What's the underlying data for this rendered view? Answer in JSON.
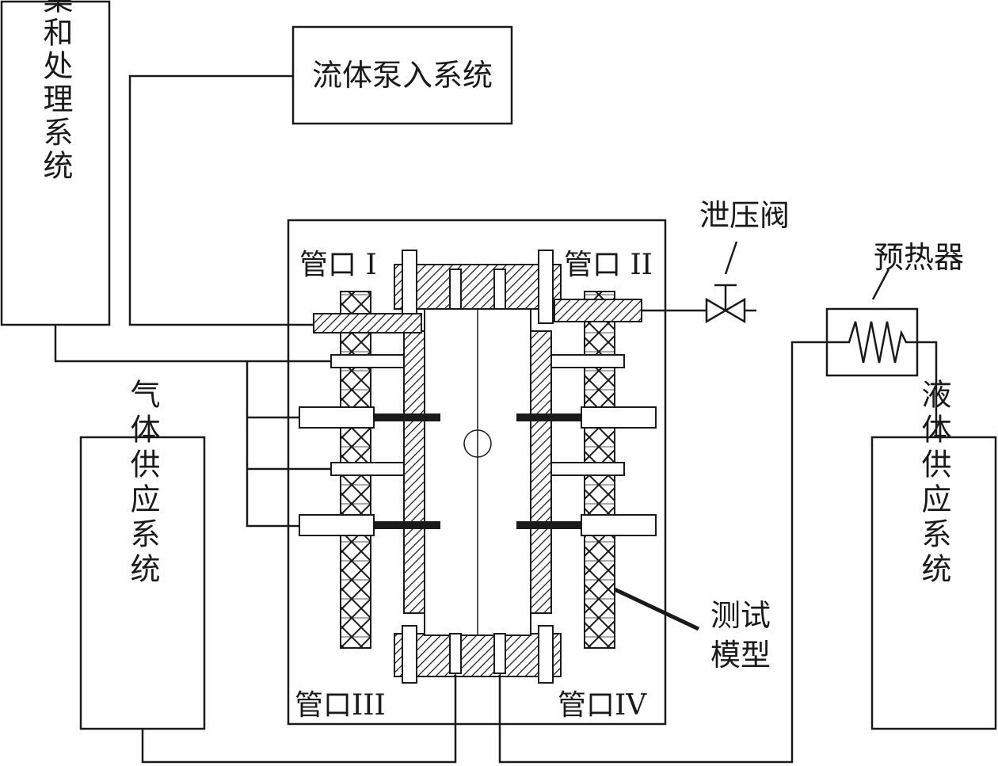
{
  "labels": {
    "data_system": "数据采集和处理系统",
    "pump_system": "流体泵入系统",
    "gas_supply": "气体供应系统",
    "liquid_supply": "液体供应系统",
    "relief_valve": "泄压阀",
    "preheater": "预热器",
    "test_model_line1": "测试",
    "test_model_line2": "模型",
    "port1": "管口 I",
    "port2": "管口 II",
    "port3": "管口III",
    "port4": "管口IV"
  }
}
